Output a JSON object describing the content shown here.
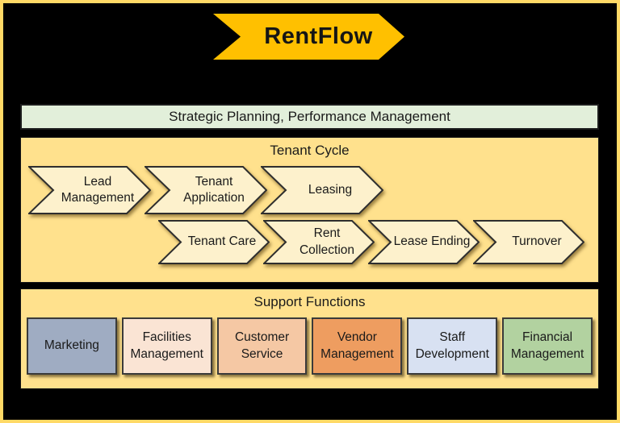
{
  "colors": {
    "outer_border": "#FFD966",
    "background": "#000000",
    "banner_gold": "#FFC000",
    "strategic_green": "#E2EFDA",
    "panel_yellow": "#FFE18D",
    "chevron_cream": "#FDF1CC",
    "text_dark": "#1A1A1A"
  },
  "banner": {
    "title": "RentFlow"
  },
  "strategic_bar": {
    "label": "Strategic Planning, Performance Management"
  },
  "tenant_cycle": {
    "title": "Tenant Cycle",
    "row1": [
      {
        "label": "Lead Management"
      },
      {
        "label": "Tenant Application"
      },
      {
        "label": "Leasing"
      }
    ],
    "row2": [
      {
        "label": "Tenant Care"
      },
      {
        "label": "Rent Collection"
      },
      {
        "label": "Lease Ending"
      },
      {
        "label": "Turnover"
      }
    ]
  },
  "support": {
    "title": "Support Functions",
    "boxes": [
      {
        "label": "Marketing",
        "color": "#9FACC2"
      },
      {
        "label": "Facilities Management",
        "color": "#FAE4D4"
      },
      {
        "label": "Customer Service",
        "color": "#F5C8A4"
      },
      {
        "label": "Vendor Management",
        "color": "#EE9D60"
      },
      {
        "label": "Staff Development",
        "color": "#D8E1F2"
      },
      {
        "label": "Financial Management",
        "color": "#B2D2A0"
      }
    ]
  }
}
